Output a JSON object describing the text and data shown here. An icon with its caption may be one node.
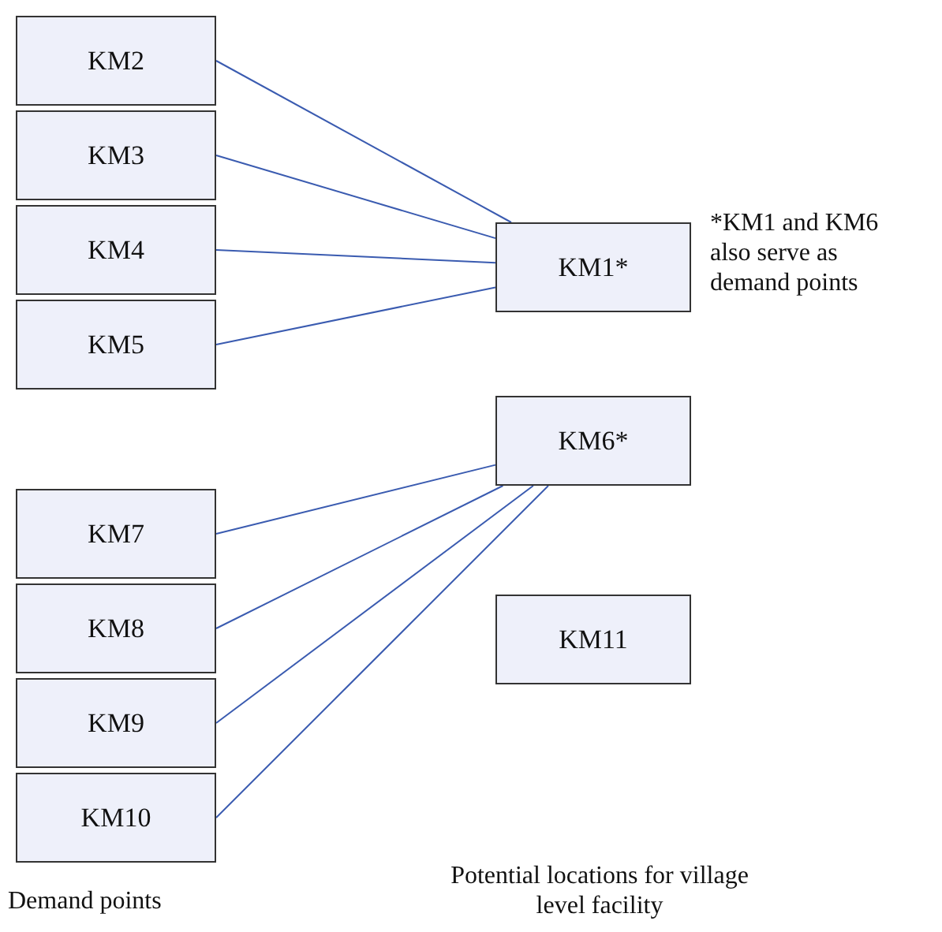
{
  "diagram": {
    "nodes": [
      {
        "text": [
          "KM2"
        ]
      },
      {
        "text": [
          "KM3"
        ]
      },
      {
        "text": [
          "KM4"
        ]
      },
      {
        "text": [
          "KM5"
        ]
      },
      {
        "text": [
          "KM7"
        ]
      },
      {
        "text": [
          "KM8"
        ]
      },
      {
        "text": [
          "KM9"
        ]
      },
      {
        "text": [
          "KM10"
        ]
      },
      {
        "text": [
          "KM1*"
        ]
      },
      {
        "text": [
          "KM6*"
        ]
      },
      {
        "text": [
          "KM11"
        ]
      }
    ],
    "edges": [
      {
        "from": 0,
        "to": 8,
        "arrow": "none"
      },
      {
        "from": 1,
        "to": 8,
        "arrow": "none"
      },
      {
        "from": 2,
        "to": 8,
        "arrow": "none"
      },
      {
        "from": 3,
        "to": 8,
        "arrow": "none"
      },
      {
        "from": 4,
        "to": 9,
        "arrow": "none"
      },
      {
        "from": 5,
        "to": 9,
        "arrow": "none"
      },
      {
        "from": 6,
        "to": 9,
        "arrow": "none"
      },
      {
        "from": 7,
        "to": 9,
        "arrow": "none"
      }
    ],
    "labels": [
      "*KM1 and KM6 also serve as demand points",
      "Demand points",
      "Potential locations for village level facility"
    ]
  }
}
